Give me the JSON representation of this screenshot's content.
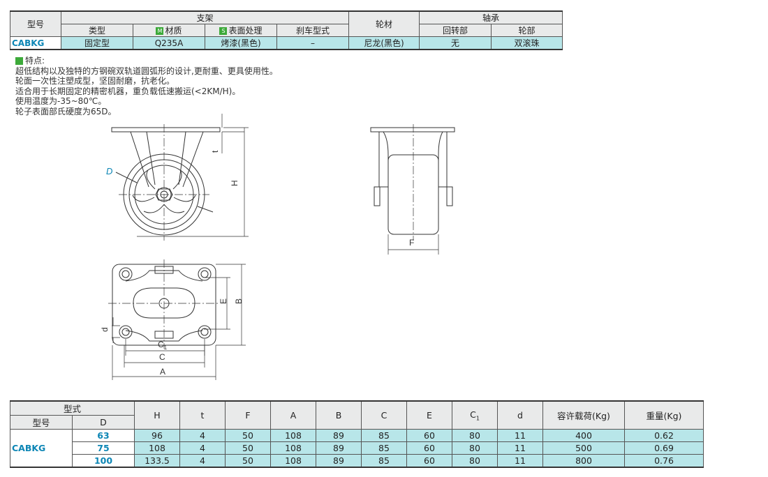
{
  "spec_table": {
    "col_model": "型号",
    "col_bracket": "支架",
    "col_wheel": "轮材",
    "col_bearing": "轴承",
    "sub_type": "类型",
    "sub_material": "材质",
    "sub_material_tag": "M",
    "sub_surface": "表面处理",
    "sub_surface_tag": "S",
    "sub_brake": "刹车型式",
    "sub_swivel": "回转部",
    "sub_wheel_part": "轮部",
    "row": {
      "model": "CABKG",
      "type": "固定型",
      "material": "Q235A",
      "surface": "烤漆(黑色)",
      "brake": "–",
      "wheel": "尼龙(黑色)",
      "swivel": "无",
      "wheel_part": "双滚珠"
    }
  },
  "features": {
    "title": "特点:",
    "lines": [
      "超低结构以及独特的方钢碗双轨道圆弧形的设计,更耐重、更具使用性。",
      "轮面一次性注塑成型，坚固耐磨，抗老化。",
      "适合用于长期固定的精密机器，重负载低速搬运(<2KM/H)。",
      "使用温度为-35~80℃。",
      "轮子表面部氏硬度为65D。"
    ]
  },
  "drawing_labels": {
    "D": "D",
    "t": "t",
    "H": "H",
    "F": "F",
    "E": "E",
    "B": "B",
    "d": "d",
    "C1": "C",
    "C1_sub": "1",
    "C": "C",
    "A": "A"
  },
  "dim_table": {
    "h_style": "型式",
    "h_model": "型号",
    "h_D": "D",
    "headers": [
      "H",
      "t",
      "F",
      "A",
      "B",
      "C",
      "E",
      "C",
      "d",
      "容许载荷(Kg)",
      "重量(Kg)"
    ],
    "c1_sub": "1",
    "model": "CABKG",
    "rows": [
      {
        "D": "63",
        "cells": [
          "96",
          "4",
          "50",
          "108",
          "89",
          "85",
          "60",
          "80",
          "11",
          "400",
          "0.62"
        ]
      },
      {
        "D": "75",
        "cells": [
          "108",
          "4",
          "50",
          "108",
          "89",
          "85",
          "60",
          "80",
          "11",
          "500",
          "0.69"
        ]
      },
      {
        "D": "100",
        "cells": [
          "133.5",
          "4",
          "50",
          "108",
          "89",
          "85",
          "60",
          "80",
          "11",
          "800",
          "0.76"
        ]
      }
    ]
  },
  "colors": {
    "accent_blue": "#0d86b5",
    "value_cell": "#b8e6e9",
    "header_cell": "#e9eaea",
    "tag_green": "#3daa3a"
  }
}
